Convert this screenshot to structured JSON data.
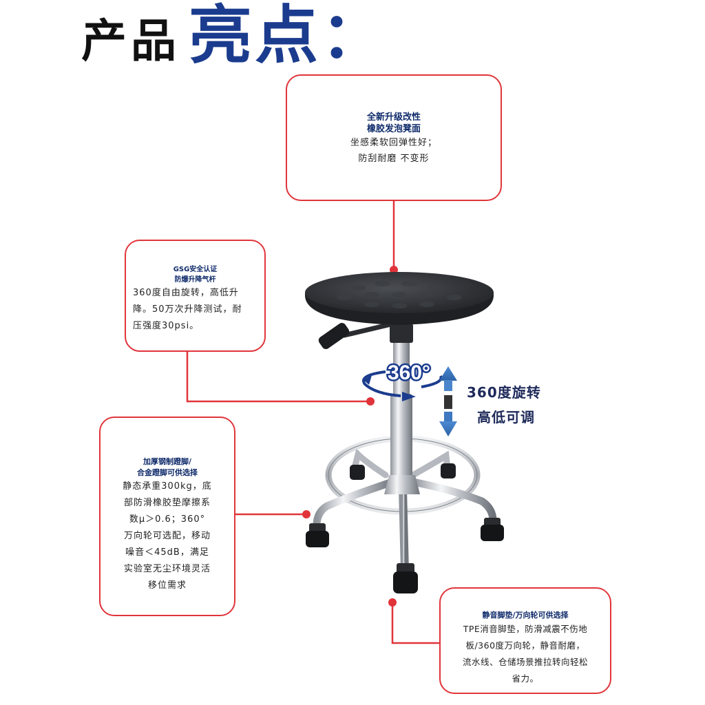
{
  "title": {
    "prefix": "产品",
    "highlight": "亮点："
  },
  "callouts": [
    {
      "head1": "全新升级改性",
      "head2": "橡胶发泡凳面",
      "body": [
        "坐感柔软回弹性好；",
        "防刮耐磨 不变形"
      ]
    },
    {
      "head1": "GSG安全认证",
      "head2": "防爆升降气杆",
      "body": [
        "360度自由旋转，高低升",
        "降。50万次升降测试，耐",
        "压强度30psi。"
      ]
    },
    {
      "head1": "加厚钢制蹬脚/",
      "head2": "合金蹬脚可供选择",
      "body": [
        "静态承重300kg，底",
        "部防滑橡胶垫摩擦系",
        "数μ＞0.6；360°",
        "万向轮可选配，移动",
        "噪音＜45dB，满足",
        "实验室无尘环境灵活",
        "移位需求"
      ]
    },
    {
      "head1": "静音脚垫/万向轮可供选择",
      "body": [
        "TPE消音脚垫，防滑减震不伤地",
        "板/360度万向轮，静音耐磨，",
        "流水线、仓储场景推拉转向轻松",
        "省力。"
      ]
    }
  ],
  "rotation": {
    "badge": "360°",
    "label1": "360度旋转",
    "label2": "高低可调"
  },
  "colors": {
    "accent": "#e0343a",
    "title_blue": "#1b3c8e",
    "arrow_blue": "#3d78c0",
    "chrome": "#c9ccd1",
    "seat": "#2b2d31"
  }
}
